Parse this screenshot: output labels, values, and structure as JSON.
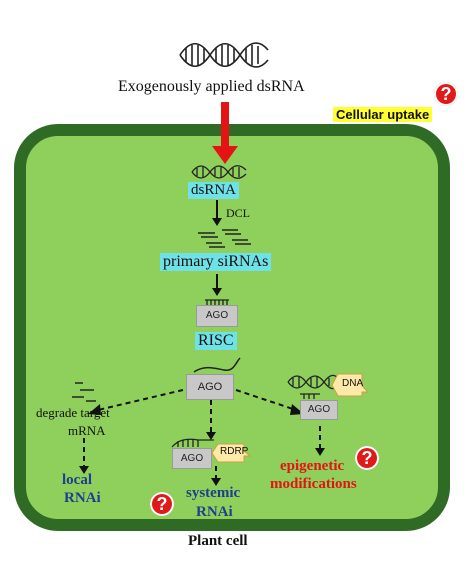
{
  "top": {
    "exogenous_label": "Exogenously applied dsRNA"
  },
  "uptake": {
    "label": "Cellular uptake",
    "question_mark": "?"
  },
  "cell": {
    "dsrna": "dsRNA",
    "dcl": "DCL",
    "primary_sirnas": "primary siRNAs",
    "ago_top": "AGO",
    "risc": "RISC",
    "ago_center": "AGO",
    "degrade": "degrade target",
    "mrna": "mRNA",
    "local": "local",
    "rnai_local": "RNAi",
    "ago_rdrp": "AGO",
    "rdrp": "RDRP",
    "systemic": "systemic",
    "rnai_systemic": "RNAi",
    "ago_dna": "AGO",
    "dna": "DNA",
    "epigenetic": "epigenetic",
    "modifications": "modifications",
    "question_mark": "?",
    "plant_cell": "Plant cell"
  },
  "colors": {
    "cell_fill": "#8fd05c",
    "cell_border": "#2f6b25",
    "highlight_cyan": "#6fe2e8",
    "highlight_yellow": "#ffff33",
    "arrow_red": "#e41414",
    "blue_text": "#1f3f8c",
    "red_text": "#e41414"
  }
}
